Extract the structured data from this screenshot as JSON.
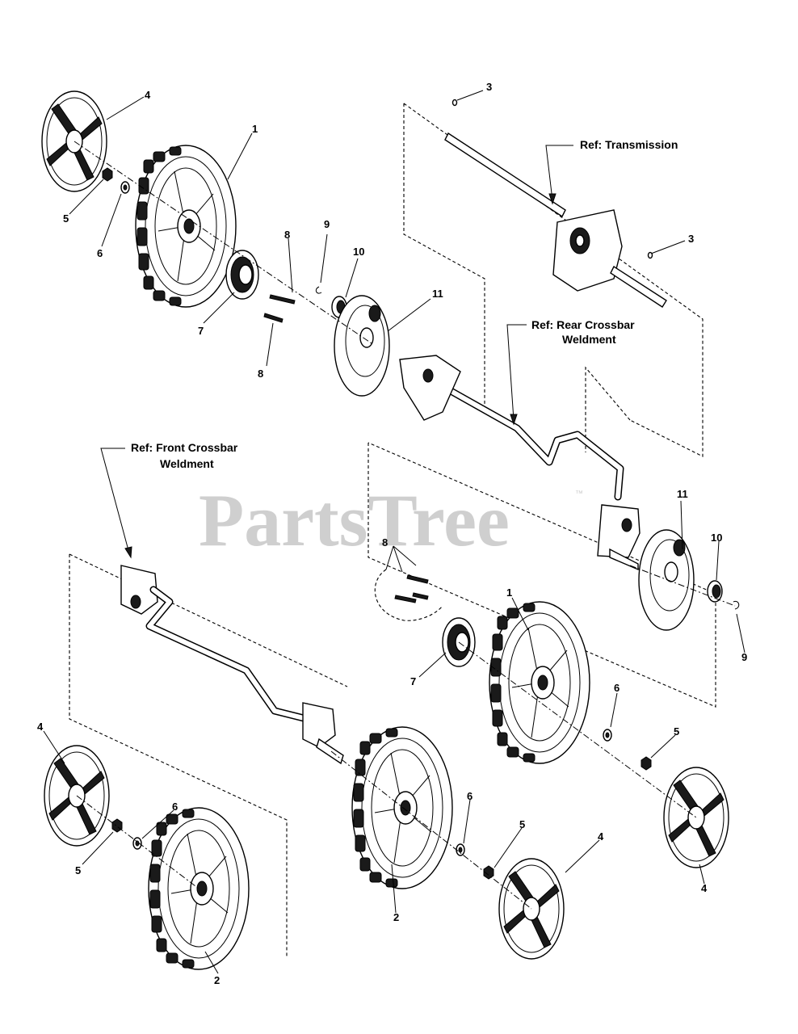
{
  "watermark": {
    "text": "PartsTree",
    "trademark": "™"
  },
  "references": {
    "transmission": "Ref: Transmission",
    "rear_crossbar_line1": "Ref: Rear Crossbar",
    "rear_crossbar_line2": "Weldment",
    "front_crossbar_line1": "Ref: Front Crossbar",
    "front_crossbar_line2": "Weldment"
  },
  "callouts": {
    "c1_top": "1",
    "c1_mid": "1",
    "c2_left": "2",
    "c2_mid": "2",
    "c3_top": "3",
    "c3_right": "3",
    "c4_tl": "4",
    "c4_bl": "4",
    "c4_bm": "4",
    "c4_br": "4",
    "c5_tl": "5",
    "c5_bl": "5",
    "c5_bm": "5",
    "c5_br": "5",
    "c6_tl": "6",
    "c6_bl": "6",
    "c6_bm": "6",
    "c6_br": "6",
    "c7_top": "7",
    "c7_mid": "7",
    "c8_top": "8",
    "c8_below": "8",
    "c8_mid": "8",
    "c9_top": "9",
    "c9_right": "9",
    "c10_top": "10",
    "c10_right": "10",
    "c11_top": "11",
    "c11_right": "11"
  }
}
